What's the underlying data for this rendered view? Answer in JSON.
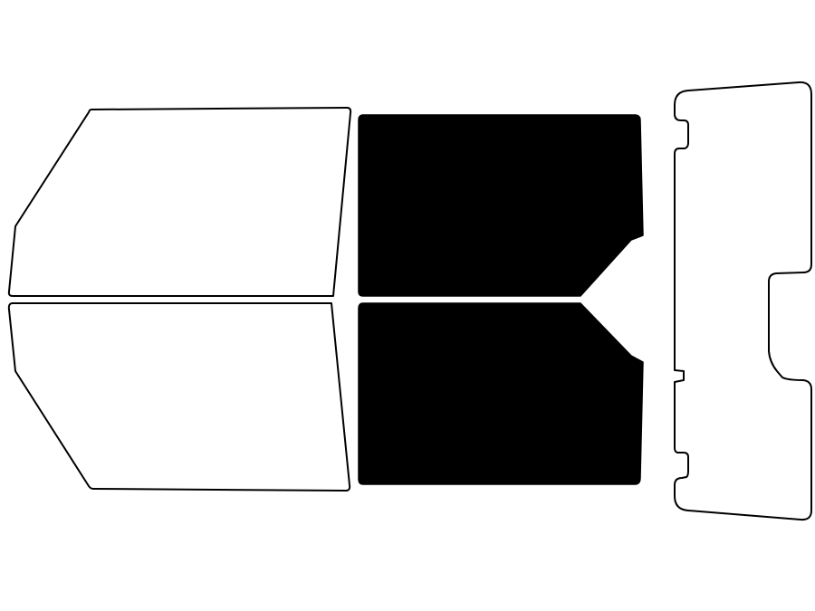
{
  "diagram": {
    "colors": {
      "background": "#ffffff",
      "outline": "#000000",
      "tinted": "#000000",
      "untinted": "#ffffff"
    },
    "pieces": [
      {
        "id": "front-upper-window",
        "filled": false
      },
      {
        "id": "front-lower-window",
        "filled": false
      },
      {
        "id": "rear-upper-window",
        "filled": true
      },
      {
        "id": "rear-lower-window",
        "filled": true
      },
      {
        "id": "back-windshield",
        "filled": false
      }
    ]
  }
}
